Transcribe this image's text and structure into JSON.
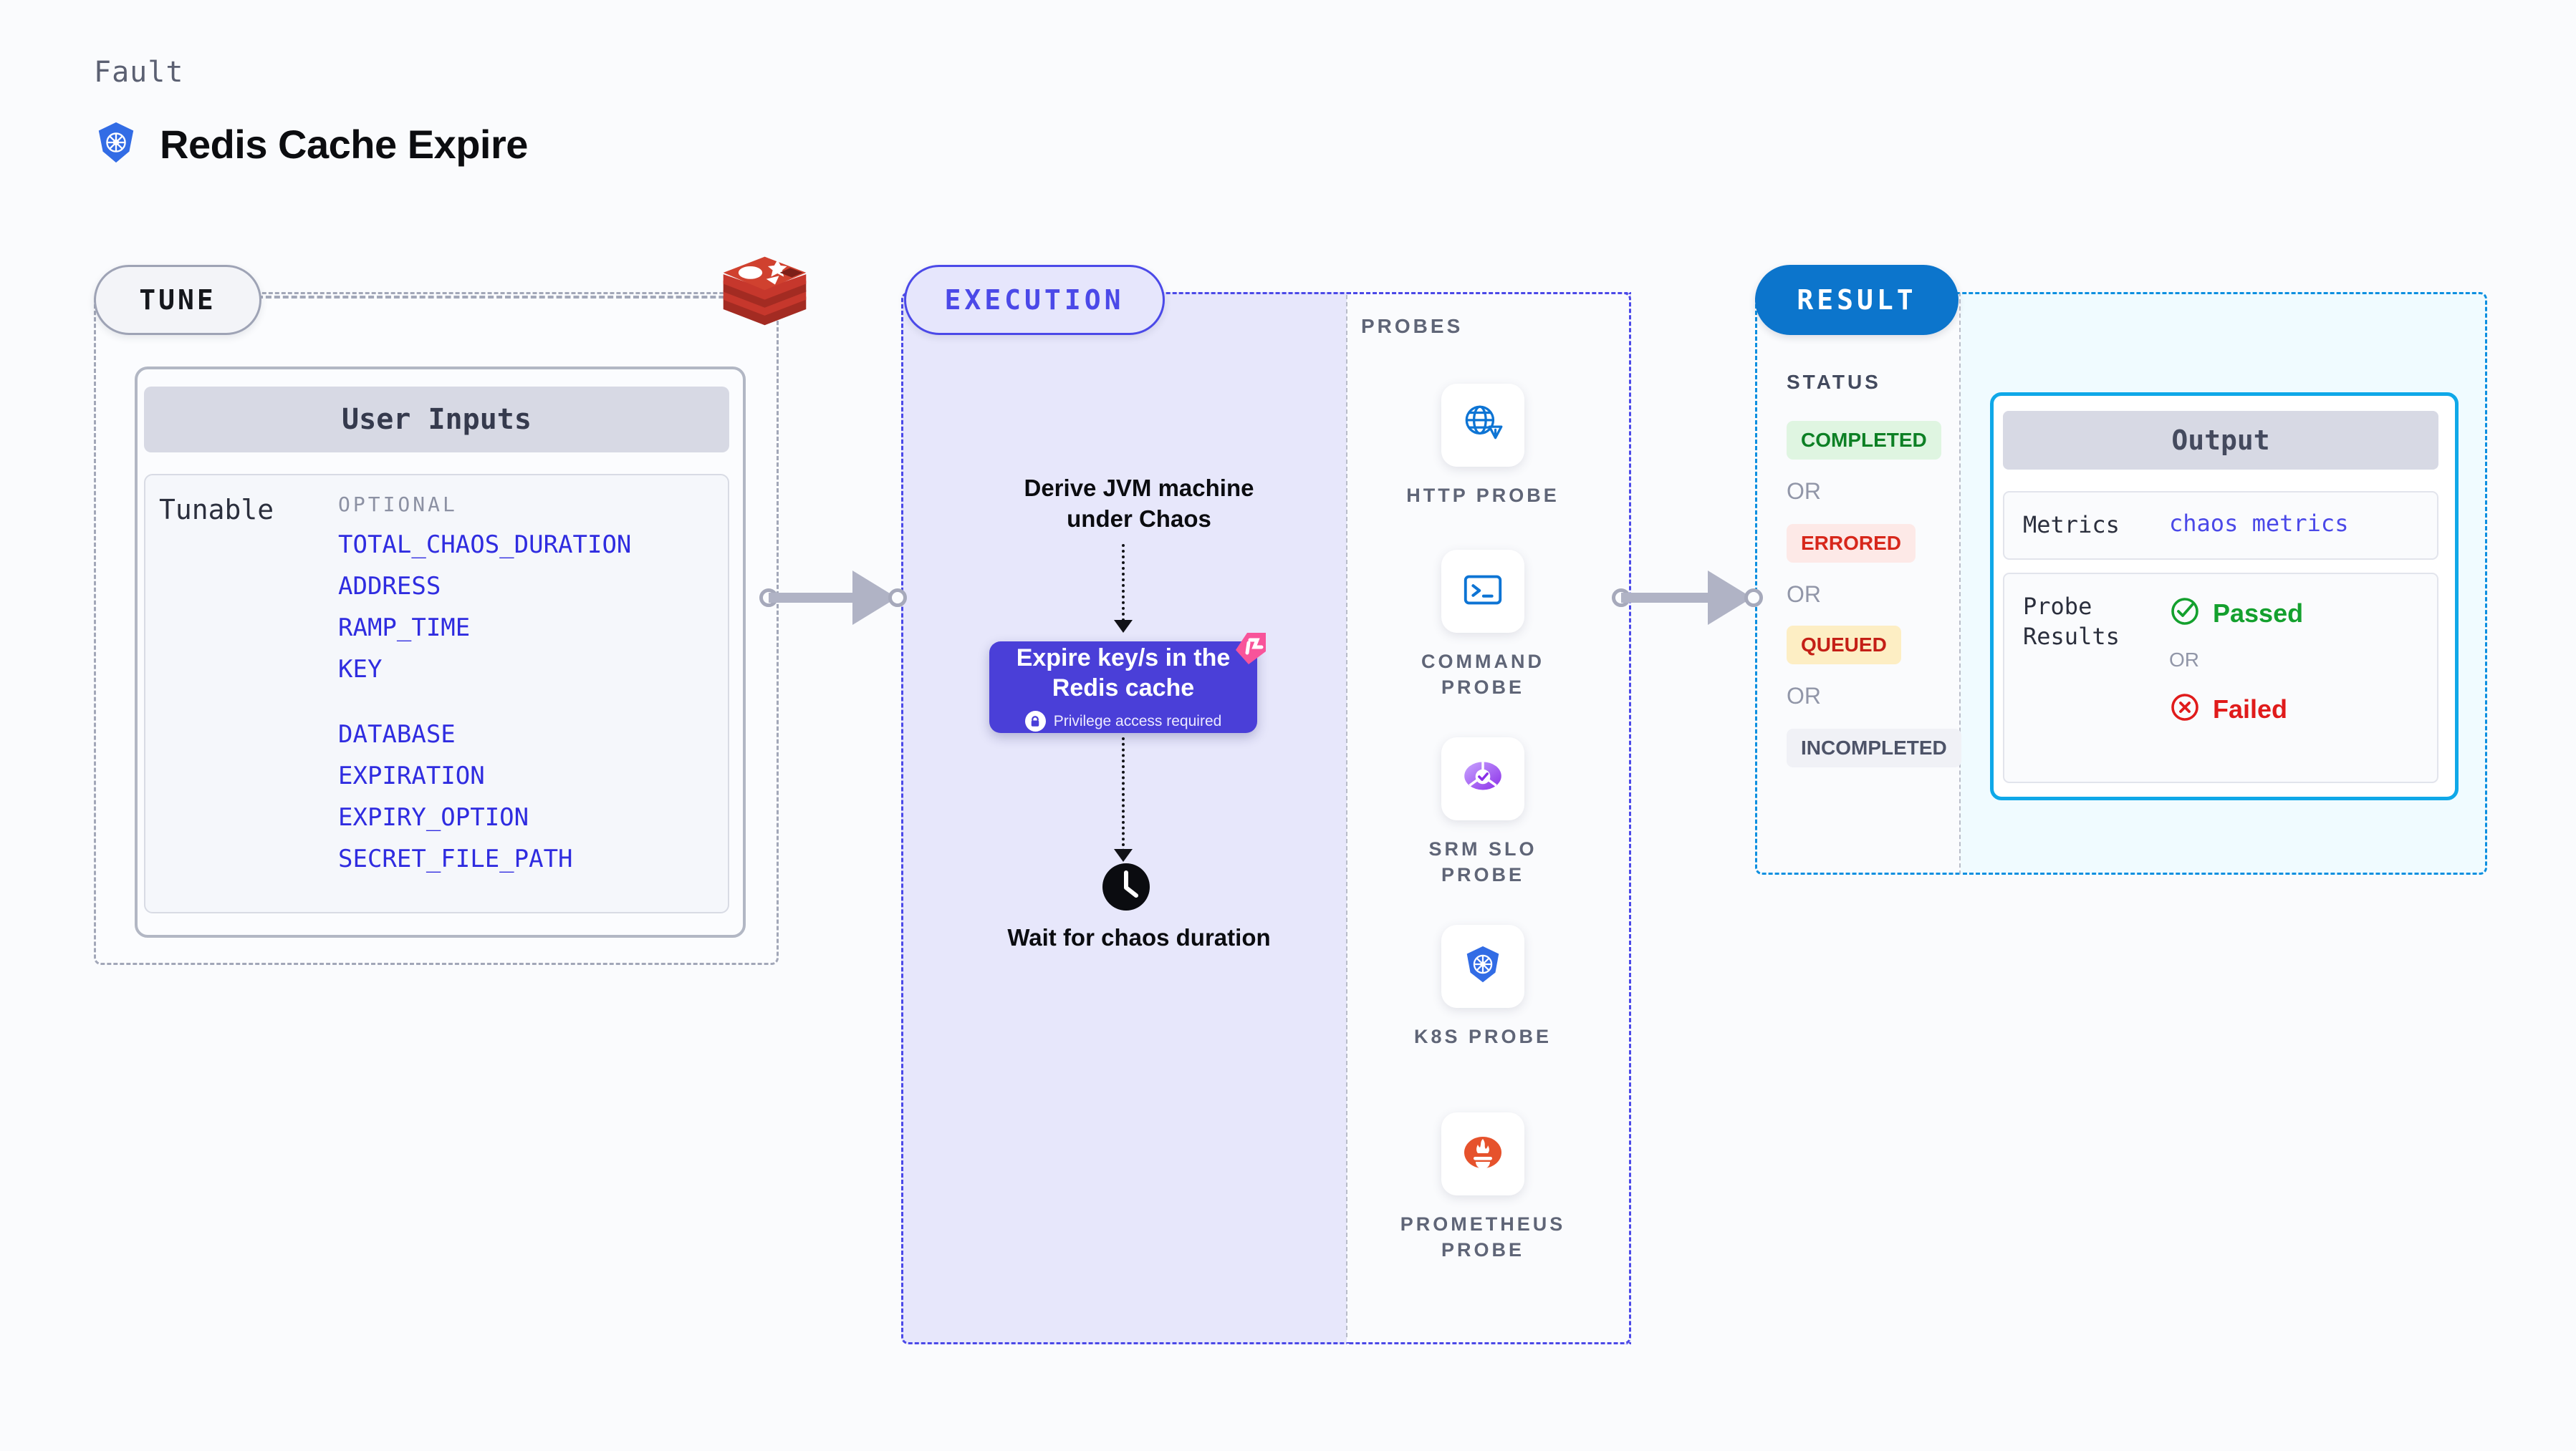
{
  "header": {
    "kicker": "Fault",
    "title": "Redis Cache Expire",
    "icon": "kubernetes-helm-icon"
  },
  "tune": {
    "pill_label": "TUNE",
    "source_icon": "redis-logo",
    "card": {
      "header": "User Inputs",
      "row_label": "Tunable",
      "group_label": "OPTIONAL",
      "params": [
        "TOTAL_CHAOS_DURATION",
        "ADDRESS",
        "RAMP_TIME",
        "KEY",
        "DATABASE",
        "EXPIRATION",
        "EXPIRY_OPTION",
        "SECRET_FILE_PATH"
      ],
      "gap_before_index": 4,
      "param_color": "#2f2ce0"
    }
  },
  "execution": {
    "pill_label": "EXECUTION",
    "step_1": "Derive JVM machine under Chaos",
    "action": {
      "title": "Expire key/s in the Redis cache",
      "privilege_note": "Privilege access required",
      "lock_icon": "lock-icon",
      "ribbon_icon": "chaos-ribbon-icon",
      "color": "#4a3fd8"
    },
    "step_2": "Wait for chaos duration",
    "clock_icon": "clock-icon"
  },
  "probes": {
    "title": "PROBES",
    "items": [
      {
        "label": "HTTP PROBE",
        "icon": "globe-warning-icon",
        "color": "#0d74d4"
      },
      {
        "label": "COMMAND PROBE",
        "icon": "terminal-icon",
        "color": "#0d74d4"
      },
      {
        "label": "SRM SLO PROBE",
        "icon": "slo-donut-check-icon",
        "color": "#9b4dff"
      },
      {
        "label": "K8S PROBE",
        "icon": "kubernetes-helm-icon",
        "color": "#326ce5"
      },
      {
        "label": "PROMETHEUS PROBE",
        "icon": "prometheus-torch-icon",
        "color": "#e6522c"
      }
    ]
  },
  "result": {
    "pill_label": "RESULT",
    "status_title": "STATUS",
    "or_label": "OR",
    "statuses": [
      {
        "label": "COMPLETED",
        "bg": "#dff5e1",
        "fg": "#0d8025"
      },
      {
        "label": "ERRORED",
        "bg": "#fde9e7",
        "fg": "#d7271b"
      },
      {
        "label": "QUEUED",
        "bg": "#fdeec4",
        "fg": "#c41f16"
      },
      {
        "label": "INCOMPLETED",
        "bg": "#f0f1f6",
        "fg": "#4d5368"
      }
    ],
    "output": {
      "header": "Output",
      "metrics_label": "Metrics",
      "metrics_value": "chaos metrics",
      "probe_results_label": "Probe Results",
      "passed_label": "Passed",
      "failed_label": "Failed",
      "or_label": "OR",
      "passed_icon": "check-circle-icon",
      "failed_icon": "x-circle-icon",
      "passed_color": "#14a02e",
      "failed_color": "#e01b1b",
      "border_color": "#0fa8e8"
    }
  }
}
